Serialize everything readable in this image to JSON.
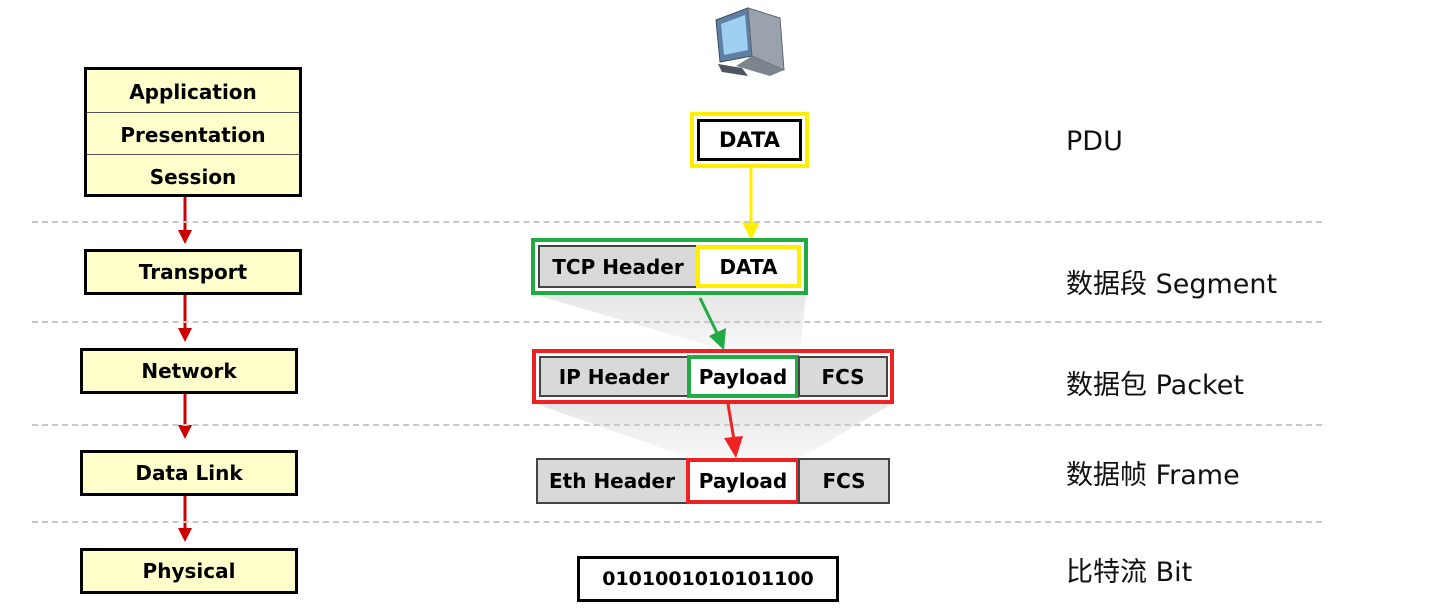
{
  "osi_layers": {
    "application": "Application",
    "presentation": "Presentation",
    "session": "Session",
    "transport": "Transport",
    "network": "Network",
    "data_link": "Data Link",
    "physical": "Physical"
  },
  "pdu": {
    "data_label": "DATA",
    "segment": {
      "header": "TCP Header",
      "data": "DATA"
    },
    "packet": {
      "header": "IP Header",
      "payload": "Payload",
      "trailer": "FCS"
    },
    "frame": {
      "header": "Eth Header",
      "payload": "Payload",
      "trailer": "FCS"
    },
    "bits": "0101001010101100"
  },
  "pdu_names": {
    "pdu": "PDU",
    "segment": "数据段 Segment",
    "packet": "数据包 Packet",
    "frame": "数据帧 Frame",
    "bit": "比特流 Bit"
  },
  "colors": {
    "data_border": "#ffee00",
    "segment_border": "#22aa44",
    "packet_border": "#ee2222",
    "layer_arrow": "#cc0000",
    "layer_fill": "#ffffcc"
  }
}
